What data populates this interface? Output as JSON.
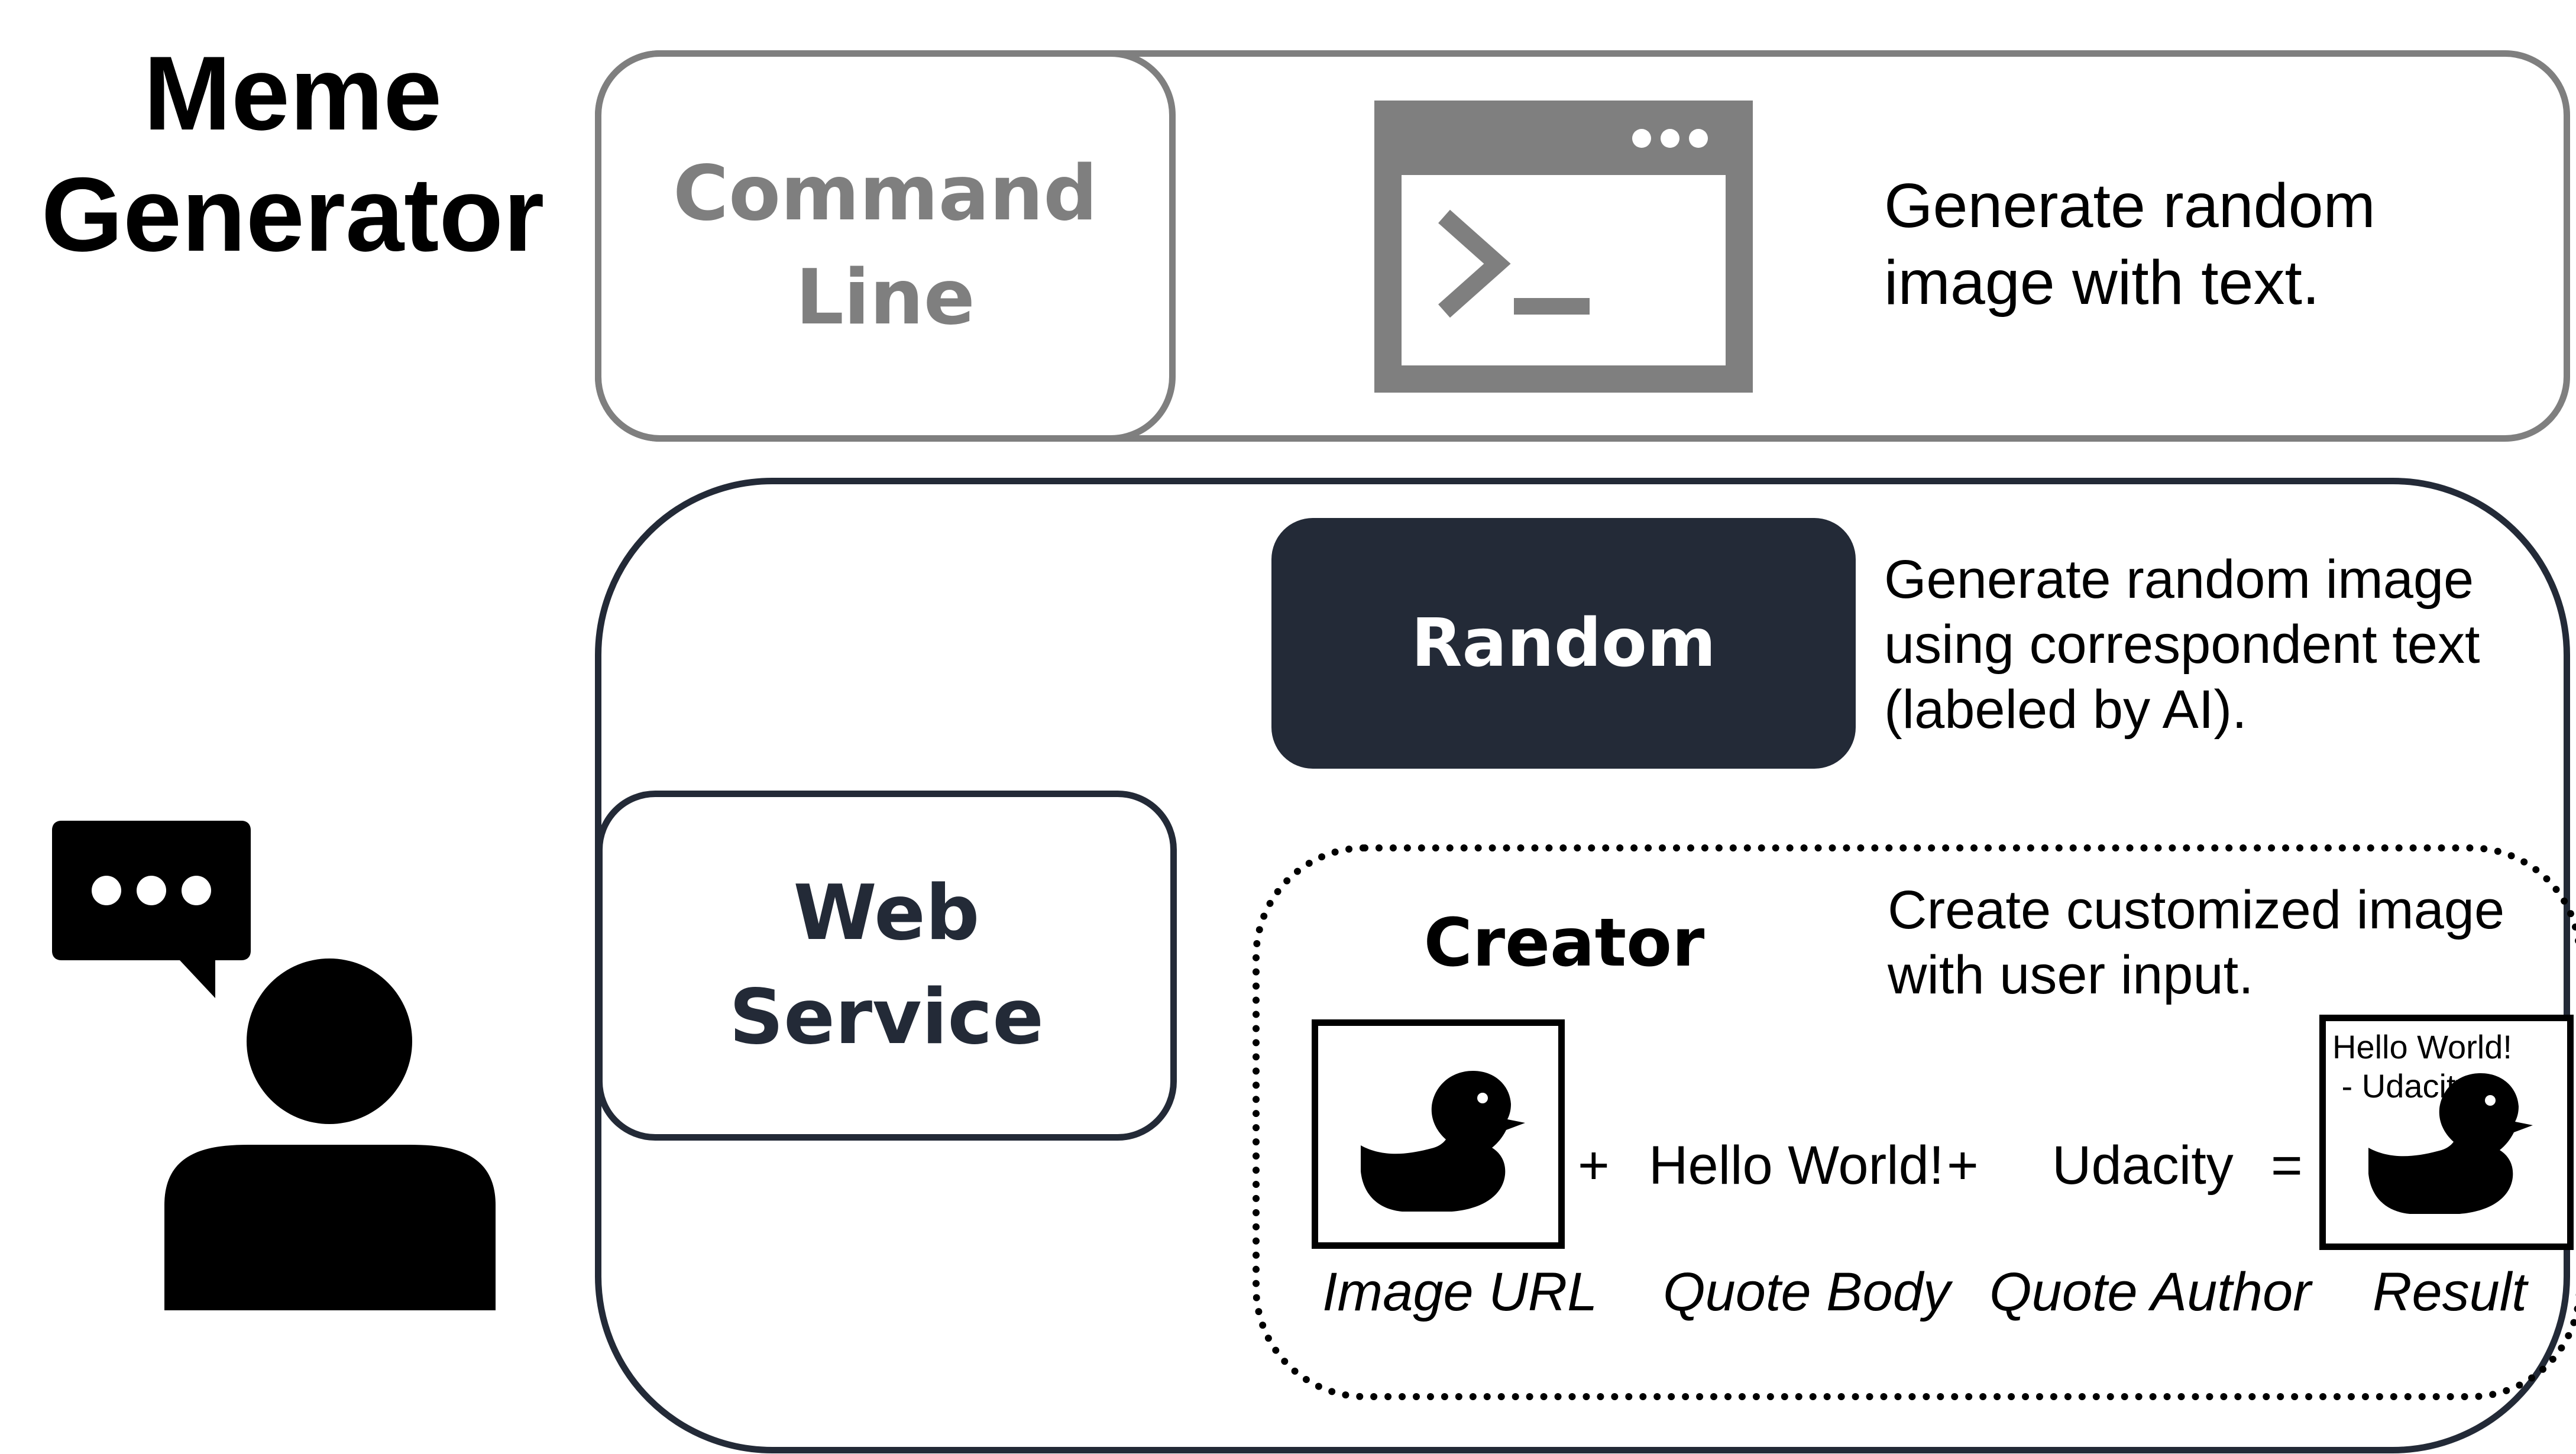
{
  "title": {
    "line1": "Meme",
    "line2": "Generator"
  },
  "command_line": {
    "label_line1": "Command",
    "label_line2": "Line",
    "description_line1": "Generate random",
    "description_line2": "image with text.",
    "icon": "terminal-window-icon",
    "color": "#7f7f7f"
  },
  "web_service": {
    "label_line1": "Web",
    "label_line2": "Service",
    "color": "#232a37"
  },
  "random": {
    "label": "Random",
    "description_line1": "Generate random image",
    "description_line2": "using correspondent text",
    "description_line3": "(labeled by AI)."
  },
  "creator": {
    "label": "Creator",
    "description_line1": "Create customized image",
    "description_line2": "with user input.",
    "plus1": "+",
    "quote_body_value": "Hello World!",
    "plus2": "+",
    "quote_author_value": "Udacity",
    "equals": "=",
    "result_line1": "Hello World!",
    "result_line2": " - Udacity",
    "caption_image_url": "Image URL",
    "caption_quote_body": "Quote Body",
    "caption_quote_author": "Quote Author",
    "caption_result": "Result",
    "input_icon": "duck-icon",
    "result_icon": "duck-icon"
  },
  "user": {
    "icon": "user-chat-icon"
  }
}
